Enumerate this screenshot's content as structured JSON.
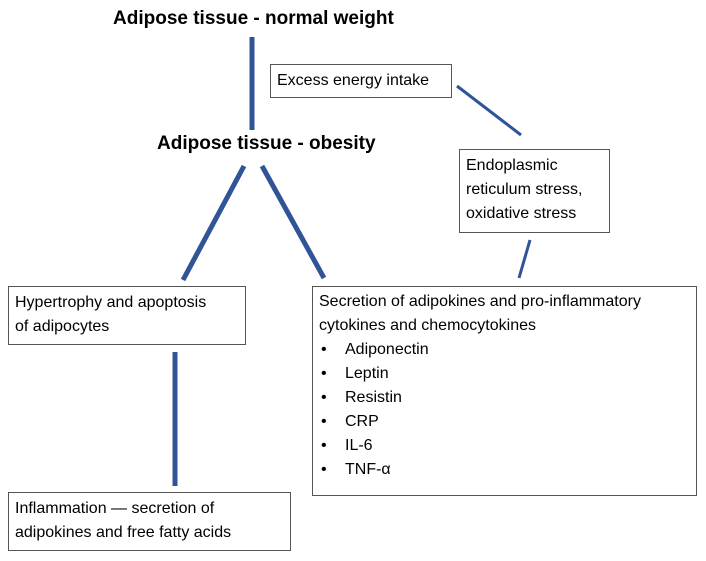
{
  "nodes": {
    "normal_weight": "Adipose tissue - normal weight",
    "obesity": "Adipose tissue - obesity",
    "excess_energy": "Excess energy intake",
    "er_stress": [
      "Endoplasmic",
      "reticulum stress,",
      "oxidative stress"
    ],
    "hypertrophy": [
      "Hypertrophy and apoptosis",
      "of adipocytes"
    ],
    "secretion": {
      "lines": [
        "Secretion of adipokines and pro-inflammatory",
        "cytokines and chemocytokines"
      ],
      "items": [
        "Adiponectin",
        "Leptin",
        "Resistin",
        "CRP",
        "IL-6",
        "TNF-α"
      ]
    },
    "inflammation": [
      "Inflammation — secretion of",
      "adipokines and free fatty acids"
    ]
  },
  "colors": {
    "connector": "#2f5597",
    "border": "#555555"
  }
}
